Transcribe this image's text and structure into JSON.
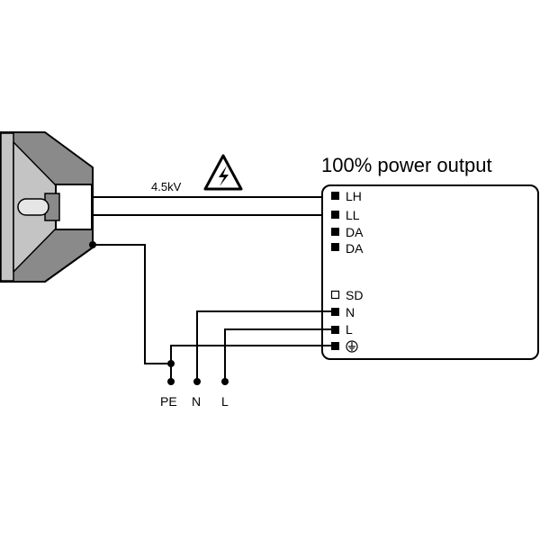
{
  "title": "100% power output",
  "voltage_label": "4.5kV",
  "terminals": [
    "LH",
    "LL",
    "DA",
    "DA",
    "SD",
    "N",
    "L"
  ],
  "bottom_labels": [
    "PE",
    "N",
    "L"
  ],
  "icons": {
    "warning": "high-voltage-warning-icon",
    "earth": "protective-earth-icon",
    "lamp": "lamp-reflector-icon"
  },
  "colors": {
    "line": "#000000",
    "reflector_dark": "#8a8a8a",
    "reflector_light": "#c4c4c4",
    "background": "#ffffff"
  }
}
